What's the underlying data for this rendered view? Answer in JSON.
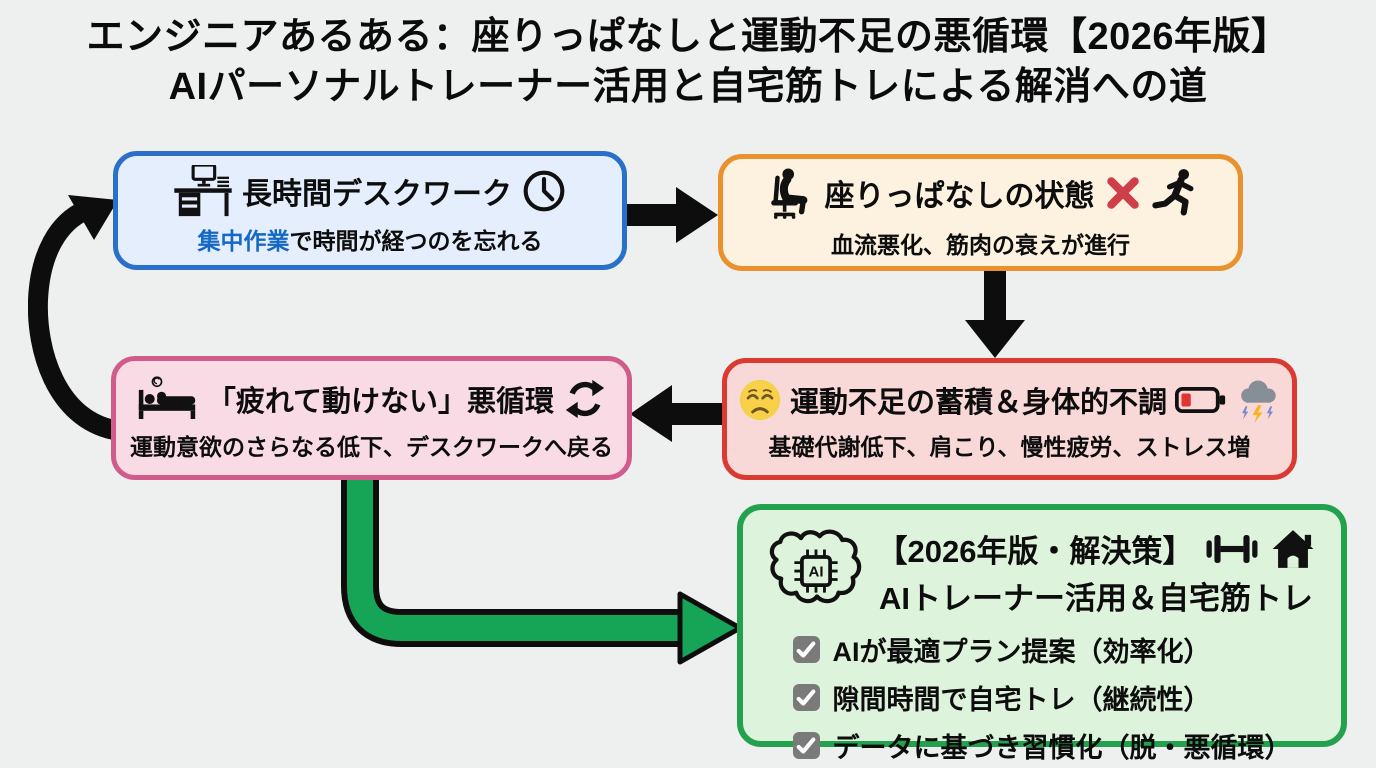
{
  "page": {
    "background": "#edf0ef",
    "title_color": "#0b0b0b"
  },
  "title": {
    "line1": "エンジニアあるある：座りっぱなしと運動不足の悪循環【2026年版】",
    "line2": "AIパーソナルトレーナー活用と自宅筋トレによる解消への道"
  },
  "boxes": {
    "deskwork": {
      "title": "長時間デスクワーク",
      "subtitle_highlight": "集中作業",
      "subtitle_rest": "で時間が経つのを忘れる",
      "highlight_color": "#1668c5",
      "border_color": "#2a70c8",
      "bg_color": "#e4eefc",
      "icons": [
        "desk-icon",
        "clock-icon"
      ]
    },
    "sitting": {
      "title": "座りっぱなしの状態",
      "subtitle": "血流悪化、筋肉の衰えが進行",
      "border_color": "#e8912e",
      "bg_color": "#fcf2df",
      "icons": [
        "sitting-person-icon",
        "red-cross-icon",
        "runner-icon"
      ]
    },
    "accumulation": {
      "title": "運動不足の蓄積＆身体的不調",
      "subtitle": "基礎代謝低下、肩こり、慢性疲労、ストレス増",
      "border_color": "#d93a31",
      "bg_color": "#f8d9d8",
      "icons": [
        "weary-face-icon",
        "low-battery-icon",
        "storm-cloud-icon"
      ]
    },
    "fatigue": {
      "title": "「疲れて動けない」悪循環",
      "subtitle": "運動意欲のさらなる低下、デスクワークへ戻る",
      "border_color": "#d05c8c",
      "bg_color": "#f9dbe6",
      "icons": [
        "bed-icon",
        "refresh-cycle-icon"
      ]
    },
    "solution": {
      "title_line1": "【2026年版・解決策】",
      "title_line2": "AIトレーナー活用＆自宅筋トレ",
      "items": [
        "AIが最適プラン提案（効率化）",
        "隙間時間で自宅トレ（継続性）",
        "データに基づき習慣化（脱・悪循環）"
      ],
      "border_color": "#23a14f",
      "bg_color": "#def3dc",
      "icons": [
        "ai-brain-icon",
        "dumbbell-icon",
        "house-icon",
        "checkbox-icon"
      ]
    }
  },
  "arrows": {
    "black_color": "#0d0d0d",
    "green_color": "#16a457",
    "flow": [
      "deskwork-to-sitting",
      "sitting-to-accumulation",
      "accumulation-to-fatigue",
      "fatigue-to-deskwork-cycle",
      "fatigue-to-solution"
    ]
  },
  "icon_colors": {
    "red_cross": "#cf3f4a",
    "battery_red": "#e23333",
    "cloud_gray": "#868e96",
    "bolt_yellow": "#f9b31b",
    "bolt_blue": "#7c89cc",
    "face_yellow": "#f8d04a",
    "checkbox_gray": "#7a7a7a"
  }
}
